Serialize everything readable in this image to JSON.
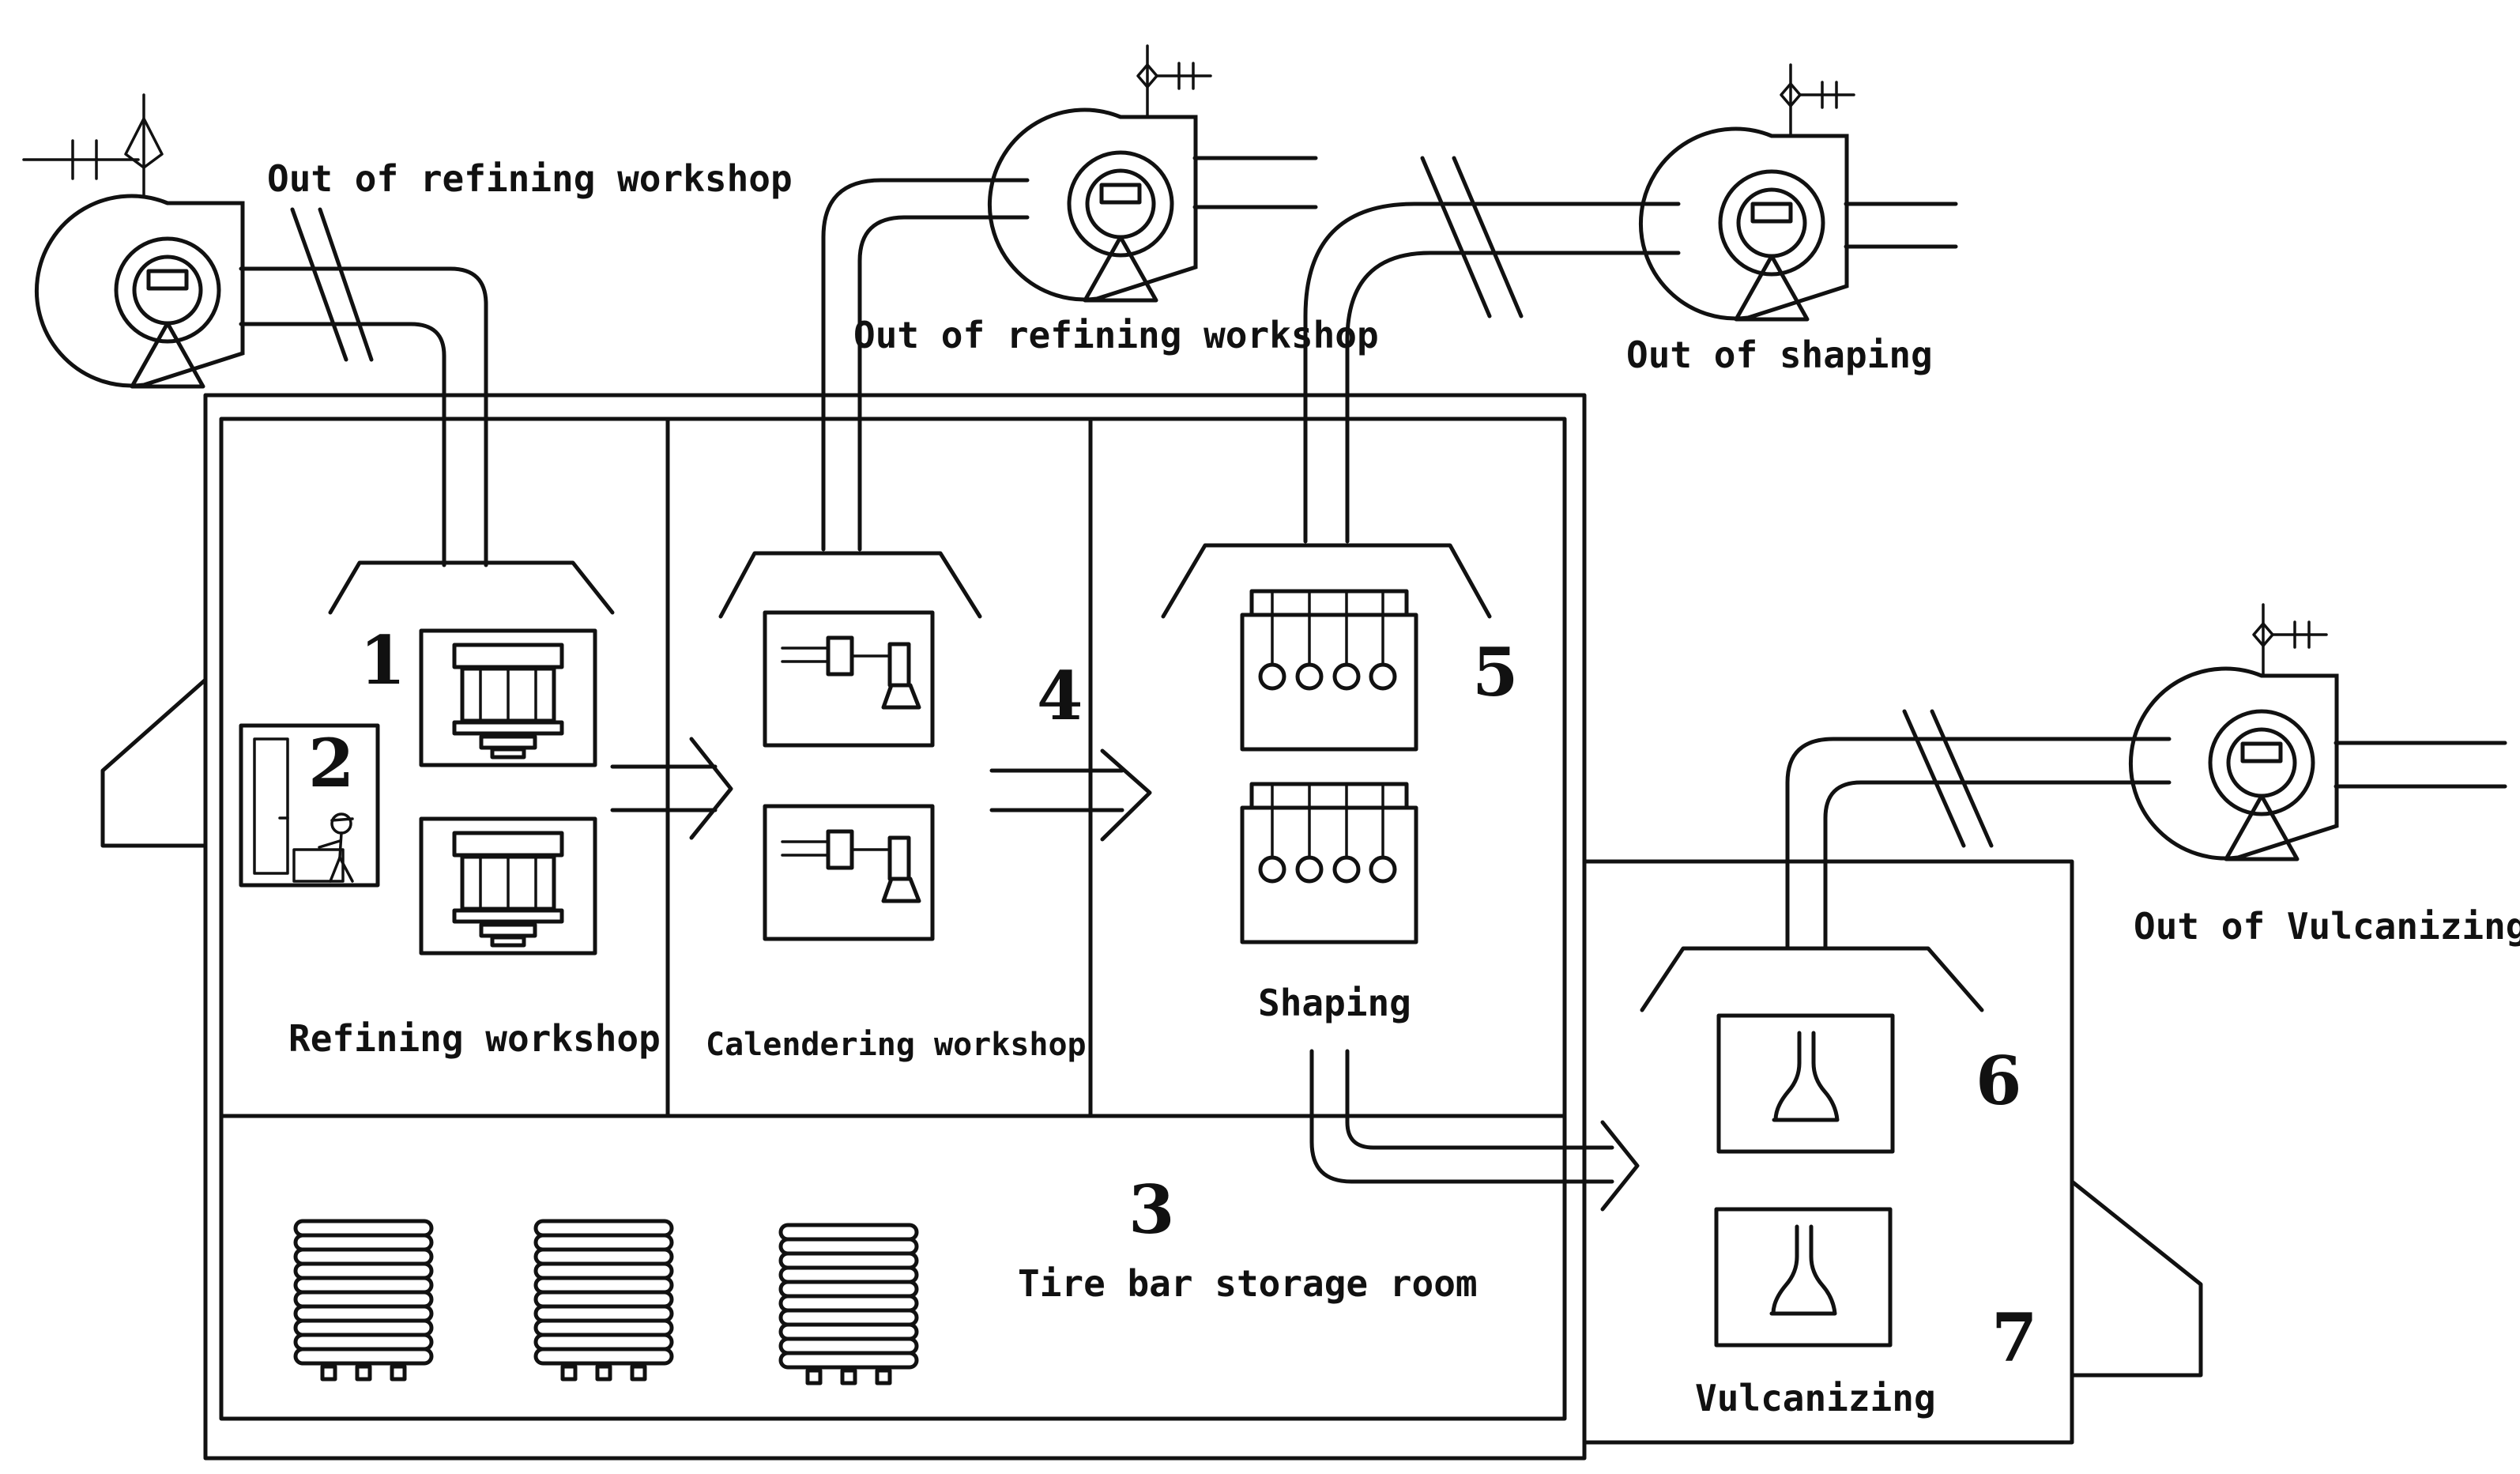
{
  "labels": {
    "out_refining_1": "Out of refining workshop",
    "out_refining_2": "Out of refining workshop",
    "out_shaping": "Out of shaping",
    "out_vulcanizing": "Out of Vulcanizing",
    "refining": "Refining workshop",
    "calendering": "Calendering workshop",
    "shaping": "Shaping",
    "storage": "Tire bar storage room",
    "vulcanizing": "Vulcanizing"
  },
  "numbers": {
    "n1": "1",
    "n2": "2",
    "n3": "3",
    "n4": "4",
    "n5": "5",
    "n6": "6",
    "n7": "7"
  },
  "icons": [
    "fan-icon",
    "duct",
    "exhaust-hood-icon",
    "press-machine-icon",
    "control-room-icon",
    "calender-machine-icon",
    "shaping-machine-icon",
    "vulcanizing-press-icon",
    "tire-stack-icon",
    "flow-arrow-icon"
  ]
}
